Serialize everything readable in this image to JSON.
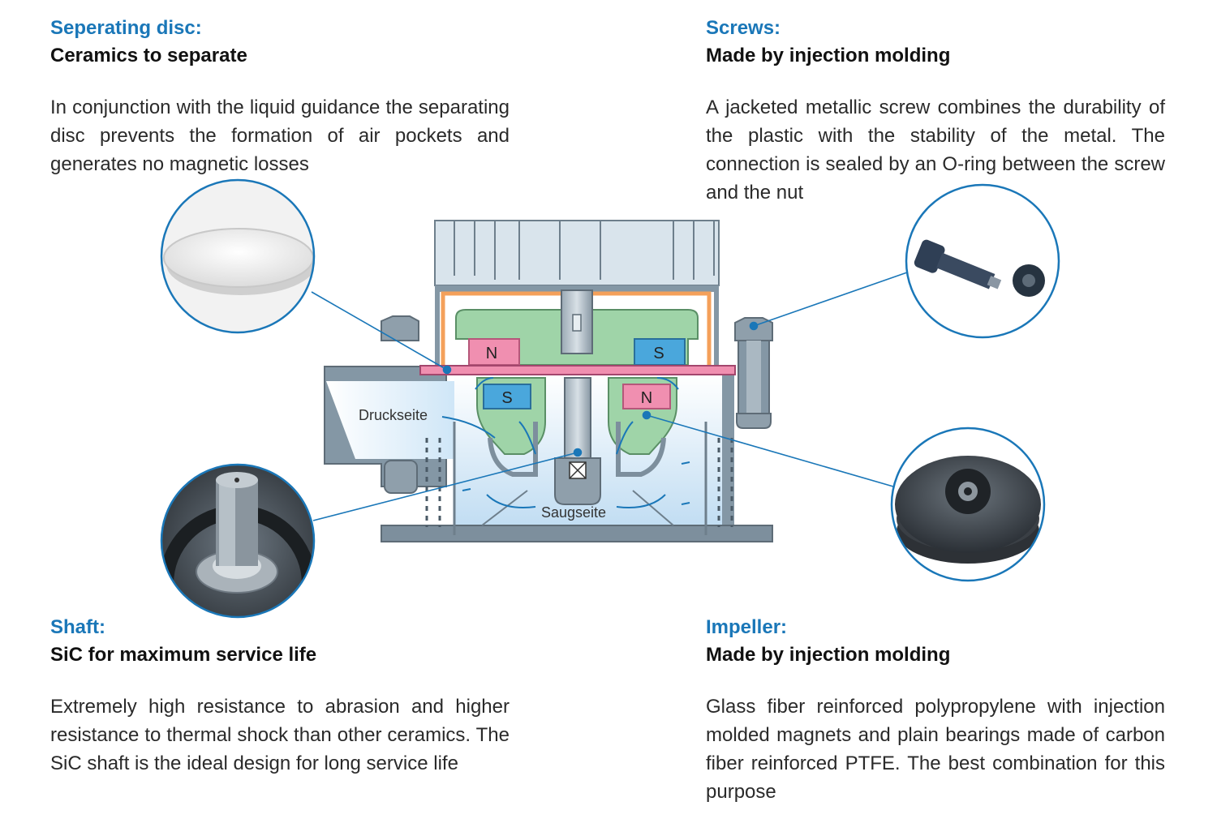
{
  "sections": {
    "disc": {
      "heading": "Seperating disc:",
      "subheading": "Ceramics to separate",
      "body": "In conjunction with the liquid guidance the separating disc prevents the formation of air pockets and generates no magnetic losses"
    },
    "screws": {
      "heading": "Screws:",
      "subheading": "Made by injection molding",
      "body": "A jacketed metallic screw combines the durability of the plastic with the stability of the metal. The connection is sealed by an O-ring between the screw and the nut"
    },
    "shaft": {
      "heading": "Shaft:",
      "subheading": "SiC for maximum service life",
      "body": "Extremely high resistance to abrasion and higher resistance to thermal shock than other ceramics. The SiC shaft is the ideal design for long service life"
    },
    "impeller": {
      "heading": "Impeller:",
      "subheading": "Made by injection molding",
      "body": "Glass fiber reinforced polypropylene with injection molded magnets and plain bearings made of carbon fiber reinforced PTFE. The best combination for this purpose"
    }
  },
  "diagram": {
    "labels": {
      "pressure_side": "Druckseite",
      "suction_side": "Saugseite"
    },
    "magnets": {
      "top_left": "N",
      "top_right": "S",
      "bottom_left": "S",
      "bottom_right": "N"
    }
  },
  "colors": {
    "accent": "#1a77b8",
    "magnet_pink": "#f08fb0",
    "magnet_blue": "#4aa7dc",
    "rotor_green": "#9fd4a8",
    "housing_orange": "#f4a05a",
    "housing_gray": "#7d8f9d",
    "flow_blue": "#cfe6f7"
  }
}
